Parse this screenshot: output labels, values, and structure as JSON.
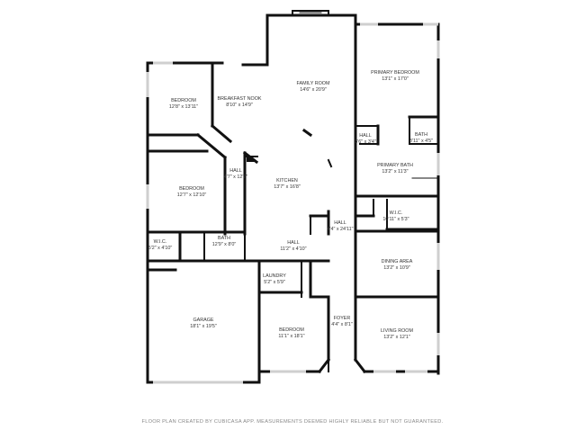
{
  "rooms": [
    {
      "name": "FAMILY ROOM",
      "size": "14'6\" x 20'9\""
    },
    {
      "name": "PRIMARY BEDROOM",
      "size": "13'1\" x 17'0\""
    },
    {
      "name": "BEDROOM",
      "size": "12'8\" x 13'11\""
    },
    {
      "name": "BREAKFAST NOOK",
      "size": "8'10\" x 14'9\""
    },
    {
      "name": "HALL",
      "size": "3'6\" x 3'4\""
    },
    {
      "name": "BATH",
      "size": "3'11\" x 4'5\""
    },
    {
      "name": "HALL",
      "size": "4'7\" x 12'7\""
    },
    {
      "name": "KITCHEN",
      "size": "13'7\" x 16'8\""
    },
    {
      "name": "PRIMARY BATH",
      "size": "13'2\" x 11'3\""
    },
    {
      "name": "BEDROOM",
      "size": "12'7\" x 12'10\""
    },
    {
      "name": "W.I.C.",
      "size": "10'11\" x 5'3\""
    },
    {
      "name": "HALL",
      "size": "4'4\" x 24'11\""
    },
    {
      "name": "BATH",
      "size": "12'9\" x 8'0\""
    },
    {
      "name": "W.I.C.",
      "size": "5'2\" x 4'10\""
    },
    {
      "name": "HALL",
      "size": "11'2\" x 4'10\""
    },
    {
      "name": "DINING AREA",
      "size": "13'2\" x 10'9\""
    },
    {
      "name": "LAUNDRY",
      "size": "5'2\" x 5'9\""
    },
    {
      "name": "GARAGE",
      "size": "18'1\" x 19'5\""
    },
    {
      "name": "FOYER",
      "size": "4'4\" x 8'1\""
    },
    {
      "name": "BEDROOM",
      "size": "11'1\" x 18'1\""
    },
    {
      "name": "LIVING ROOM",
      "size": "13'2\" x 12'1\""
    }
  ],
  "footer": "FLOOR PLAN CREATED BY CUBICASA APP. MEASUREMENTS DEEMED HIGHLY RELIABLE BUT NOT GUARANTEED.",
  "colors": {
    "wall": "#111111",
    "window": "#cfcfcf",
    "text": "#333333",
    "footer": "#888888"
  }
}
